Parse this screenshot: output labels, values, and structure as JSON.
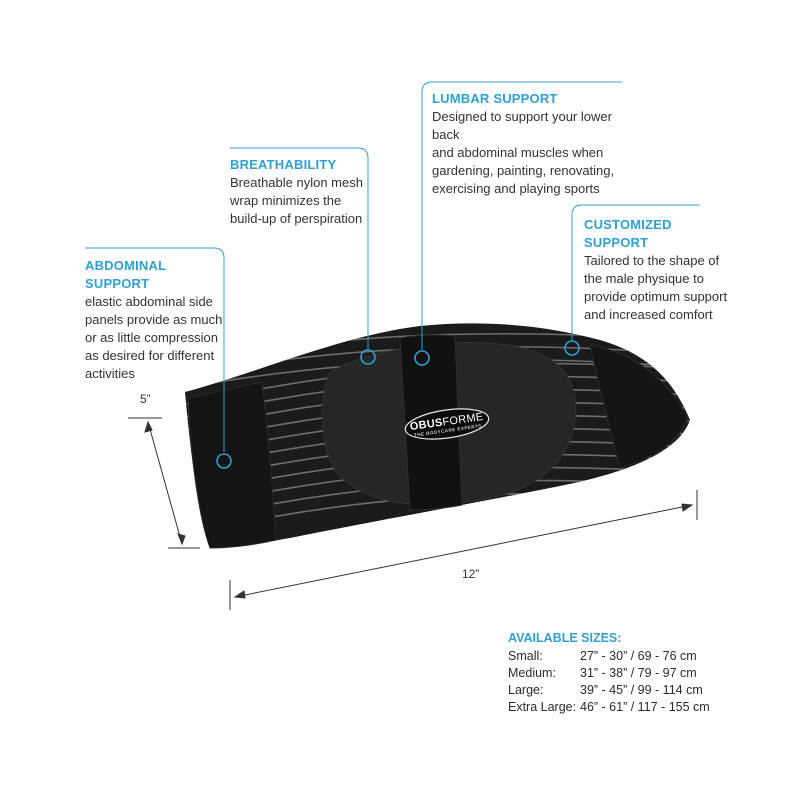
{
  "callouts": {
    "lumbar": {
      "title": "LUMBAR SUPPORT",
      "desc": "Designed to support your lower back\nand abdominal muscles when\ngardening, painting, renovating,\nexercising and playing sports"
    },
    "breathability": {
      "title": "BREATHABILITY",
      "desc": "Breathable nylon mesh\nwrap minimizes the\nbuild-up of perspiration"
    },
    "customized": {
      "title": "CUSTOMIZED SUPPORT",
      "desc": "Tailored to the shape of\nthe male physique to\nprovide optimum support\nand increased comfort"
    },
    "abdominal": {
      "title": "ABDOMINAL SUPPORT",
      "desc": "elastic abdominal side\npanels provide as much\nor as little compression\nas desired for different\nactivities"
    }
  },
  "dimensions": {
    "height": "5”",
    "width": "12”"
  },
  "logo": {
    "brand_bold": "OBUS",
    "brand_light": "FORME",
    "tagline": "THE BODYCARE EXPERTS"
  },
  "sizes": {
    "title": "AVAILABLE SIZES:",
    "rows": [
      {
        "label": "Small:",
        "value": "27” - 30” / 69 - 76 cm"
      },
      {
        "label": "Medium:",
        "value": "31” - 38” / 79 - 97 cm"
      },
      {
        "label": "Large:",
        "value": "39” - 45” / 99 - 114 cm"
      },
      {
        "label": "Extra Large:",
        "value": "46” - 61” / 117 - 155 cm"
      }
    ]
  },
  "colors": {
    "accent": "#2fa0d0",
    "belt": "#1a1a1a",
    "stripe": "#6a6a6a"
  }
}
